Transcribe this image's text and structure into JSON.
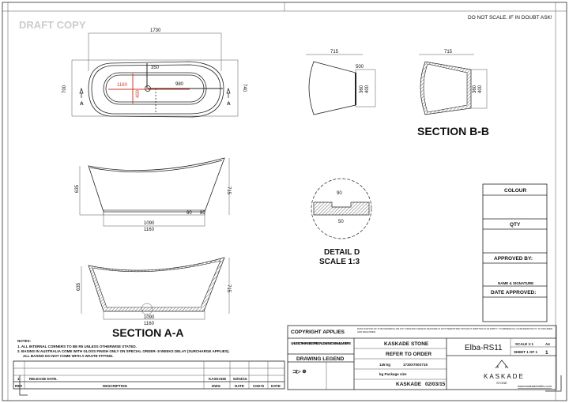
{
  "header": {
    "watermark": "DRAFT COPY",
    "notice": "DO NOT SCALE. IF IN DOUBT ASK!"
  },
  "plan_view": {
    "overall_length": "1730",
    "width_left": "700",
    "width_right": "740",
    "waste_offset": "350",
    "waste_to_end": "980",
    "inner_length": "1160",
    "inner_width": "400",
    "section_marker": "A"
  },
  "side_view": {
    "height_left": "635",
    "height_right": "715",
    "base_height_a": "60",
    "base_height_b": "80",
    "base_inner": "1090",
    "base_outer": "1160"
  },
  "section_aa": {
    "title": "SECTION A-A",
    "height_left": "635",
    "height_right": "715",
    "base_inner": "1090",
    "base_outer": "1160"
  },
  "end_view": {
    "depth": "715",
    "top": "500",
    "base_a": "360",
    "base_b": "400"
  },
  "section_bb": {
    "title": "SECTION B-B",
    "depth": "715",
    "base_a": "360",
    "base_b": "400"
  },
  "detail_d": {
    "title": "DETAIL D",
    "scale": "SCALE 1:3",
    "top_dim": "90",
    "bottom_dim": "50"
  },
  "approval": {
    "colour": "COLOUR",
    "qty": "QTY",
    "approved_by": "APPROVED BY:",
    "name_signature": "NAME & SIGNATURE",
    "date_approved": "DATE APPROVED:"
  },
  "notes": {
    "heading": "NOTES:",
    "lines": [
      "1. ALL INTERNAL CORNERS TO BE R5 UNLESS OTHERWISE STATED.",
      "2. BASINS IN AUSTRALIA COME WITH GLOSS FINISH ONLY ON SPECIAL ORDER- 8 WEEKS DELAY (SURCHARGE APPLIES).",
      "ALL BASINS DO NOT COME WITH A WASTE FITTING."
    ]
  },
  "revisions": {
    "headers": [
      "REV",
      "DESCRIPTION",
      "DWG",
      "DATE",
      "CHK'D",
      "DATE"
    ],
    "rows": [
      {
        "rev": "1",
        "description": "RELEASE DATE.",
        "dwg": "KASKADE",
        "date": "02/03/15"
      }
    ]
  },
  "title_block": {
    "copyright": "COPYRIGHT APPLIES",
    "copyright_fine": "DUPLICATION OF THIS DRAWING OR ANY SPECIFIC DESIGN FEATURE IS NOT PERMITTED WITHOUT WRITTEN AUTHORITY. *COMMERCIAL CONFIDENTIALITY IS ASSUMED AND REQUIRED.",
    "units": "UNLESS OTHERWISE STATED ALL DIMENSIONS IN MILLIMETERS",
    "legend": "DRAWING LEGEND",
    "material": "KASKADE STONE",
    "finish": "REFER TO ORDER",
    "weight": "145 kg",
    "product_size": "1730X700X715",
    "package_size": "kg Package size",
    "drawn": "KASKADE",
    "date": "02/03/15",
    "drawing_number": "Elba-RS11",
    "scale": "SCALE 1:1",
    "paper": "A4",
    "sheet": "SHEET 1 OF 1",
    "rev": "1",
    "brand": "KASKADE",
    "brand_sub": "STONE",
    "website": "www.kaskadebaths.com"
  }
}
